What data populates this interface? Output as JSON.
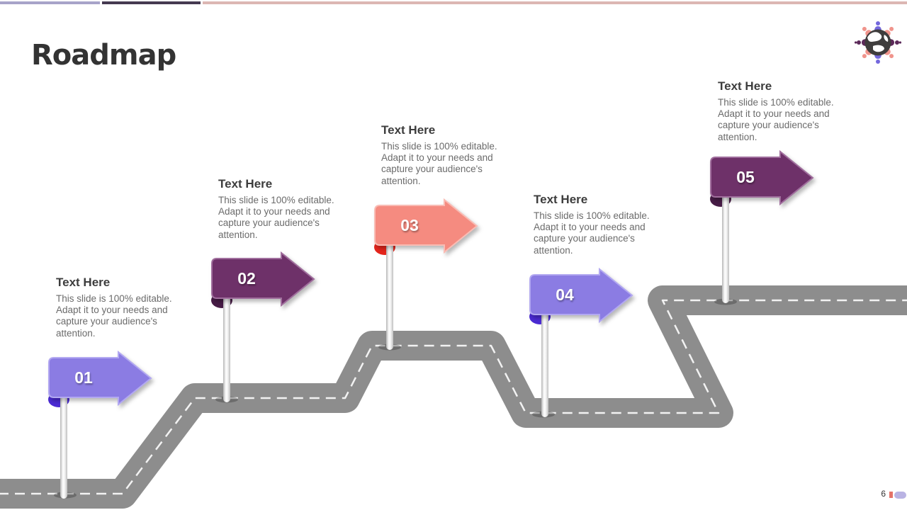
{
  "slide": {
    "title": "Roadmap",
    "page_number": "6"
  },
  "top_bar": {
    "segment1_color": "#a7a3c9",
    "segment2_color": "#453a51",
    "segment3_color": "#dcb7b3"
  },
  "logo": {
    "globe_color": "#3f3d3d",
    "person_purple": "#7468dd",
    "person_salmon": "#f0948c",
    "person_plum": "#5c2a5a"
  },
  "road": {
    "asphalt_color": "#8d8d8d",
    "dash_color": "#f2f2f2"
  },
  "milestones": [
    {
      "number": "01",
      "heading": "Text Here",
      "description": "This slide is 100% editable. Adapt it to your needs and capture your audience's attention.",
      "colors": {
        "body": "#8b7ce3",
        "edge": "#b2a8f1",
        "fold": "#4b2bd3"
      }
    },
    {
      "number": "02",
      "heading": "Text Here",
      "description": "This slide is 100% editable. Adapt it to your needs and capture your audience's attention.",
      "colors": {
        "body": "#6e3169",
        "edge": "#a06e9d",
        "fold": "#471c46"
      }
    },
    {
      "number": "03",
      "heading": "Text Here",
      "description": "This slide is 100% editable. Adapt it to your needs and capture your audience's attention.",
      "colors": {
        "body": "#f58b80",
        "edge": "#f9bcb4",
        "fold": "#e5251c"
      }
    },
    {
      "number": "04",
      "heading": "Text Here",
      "description": "This slide is 100% editable. Adapt it to your needs and capture your audience's attention.",
      "colors": {
        "body": "#8b7ce3",
        "edge": "#b2a8f1",
        "fold": "#4b2bd3"
      }
    },
    {
      "number": "05",
      "heading": "Text Here",
      "description": "This slide is 100% editable. Adapt it to your needs and capture your audience's attention.",
      "colors": {
        "body": "#6e3169",
        "edge": "#a06e9d",
        "fold": "#471c46"
      }
    }
  ],
  "footer": {
    "tick_color": "#e4736a",
    "bar_color": "#b9b3e3"
  }
}
